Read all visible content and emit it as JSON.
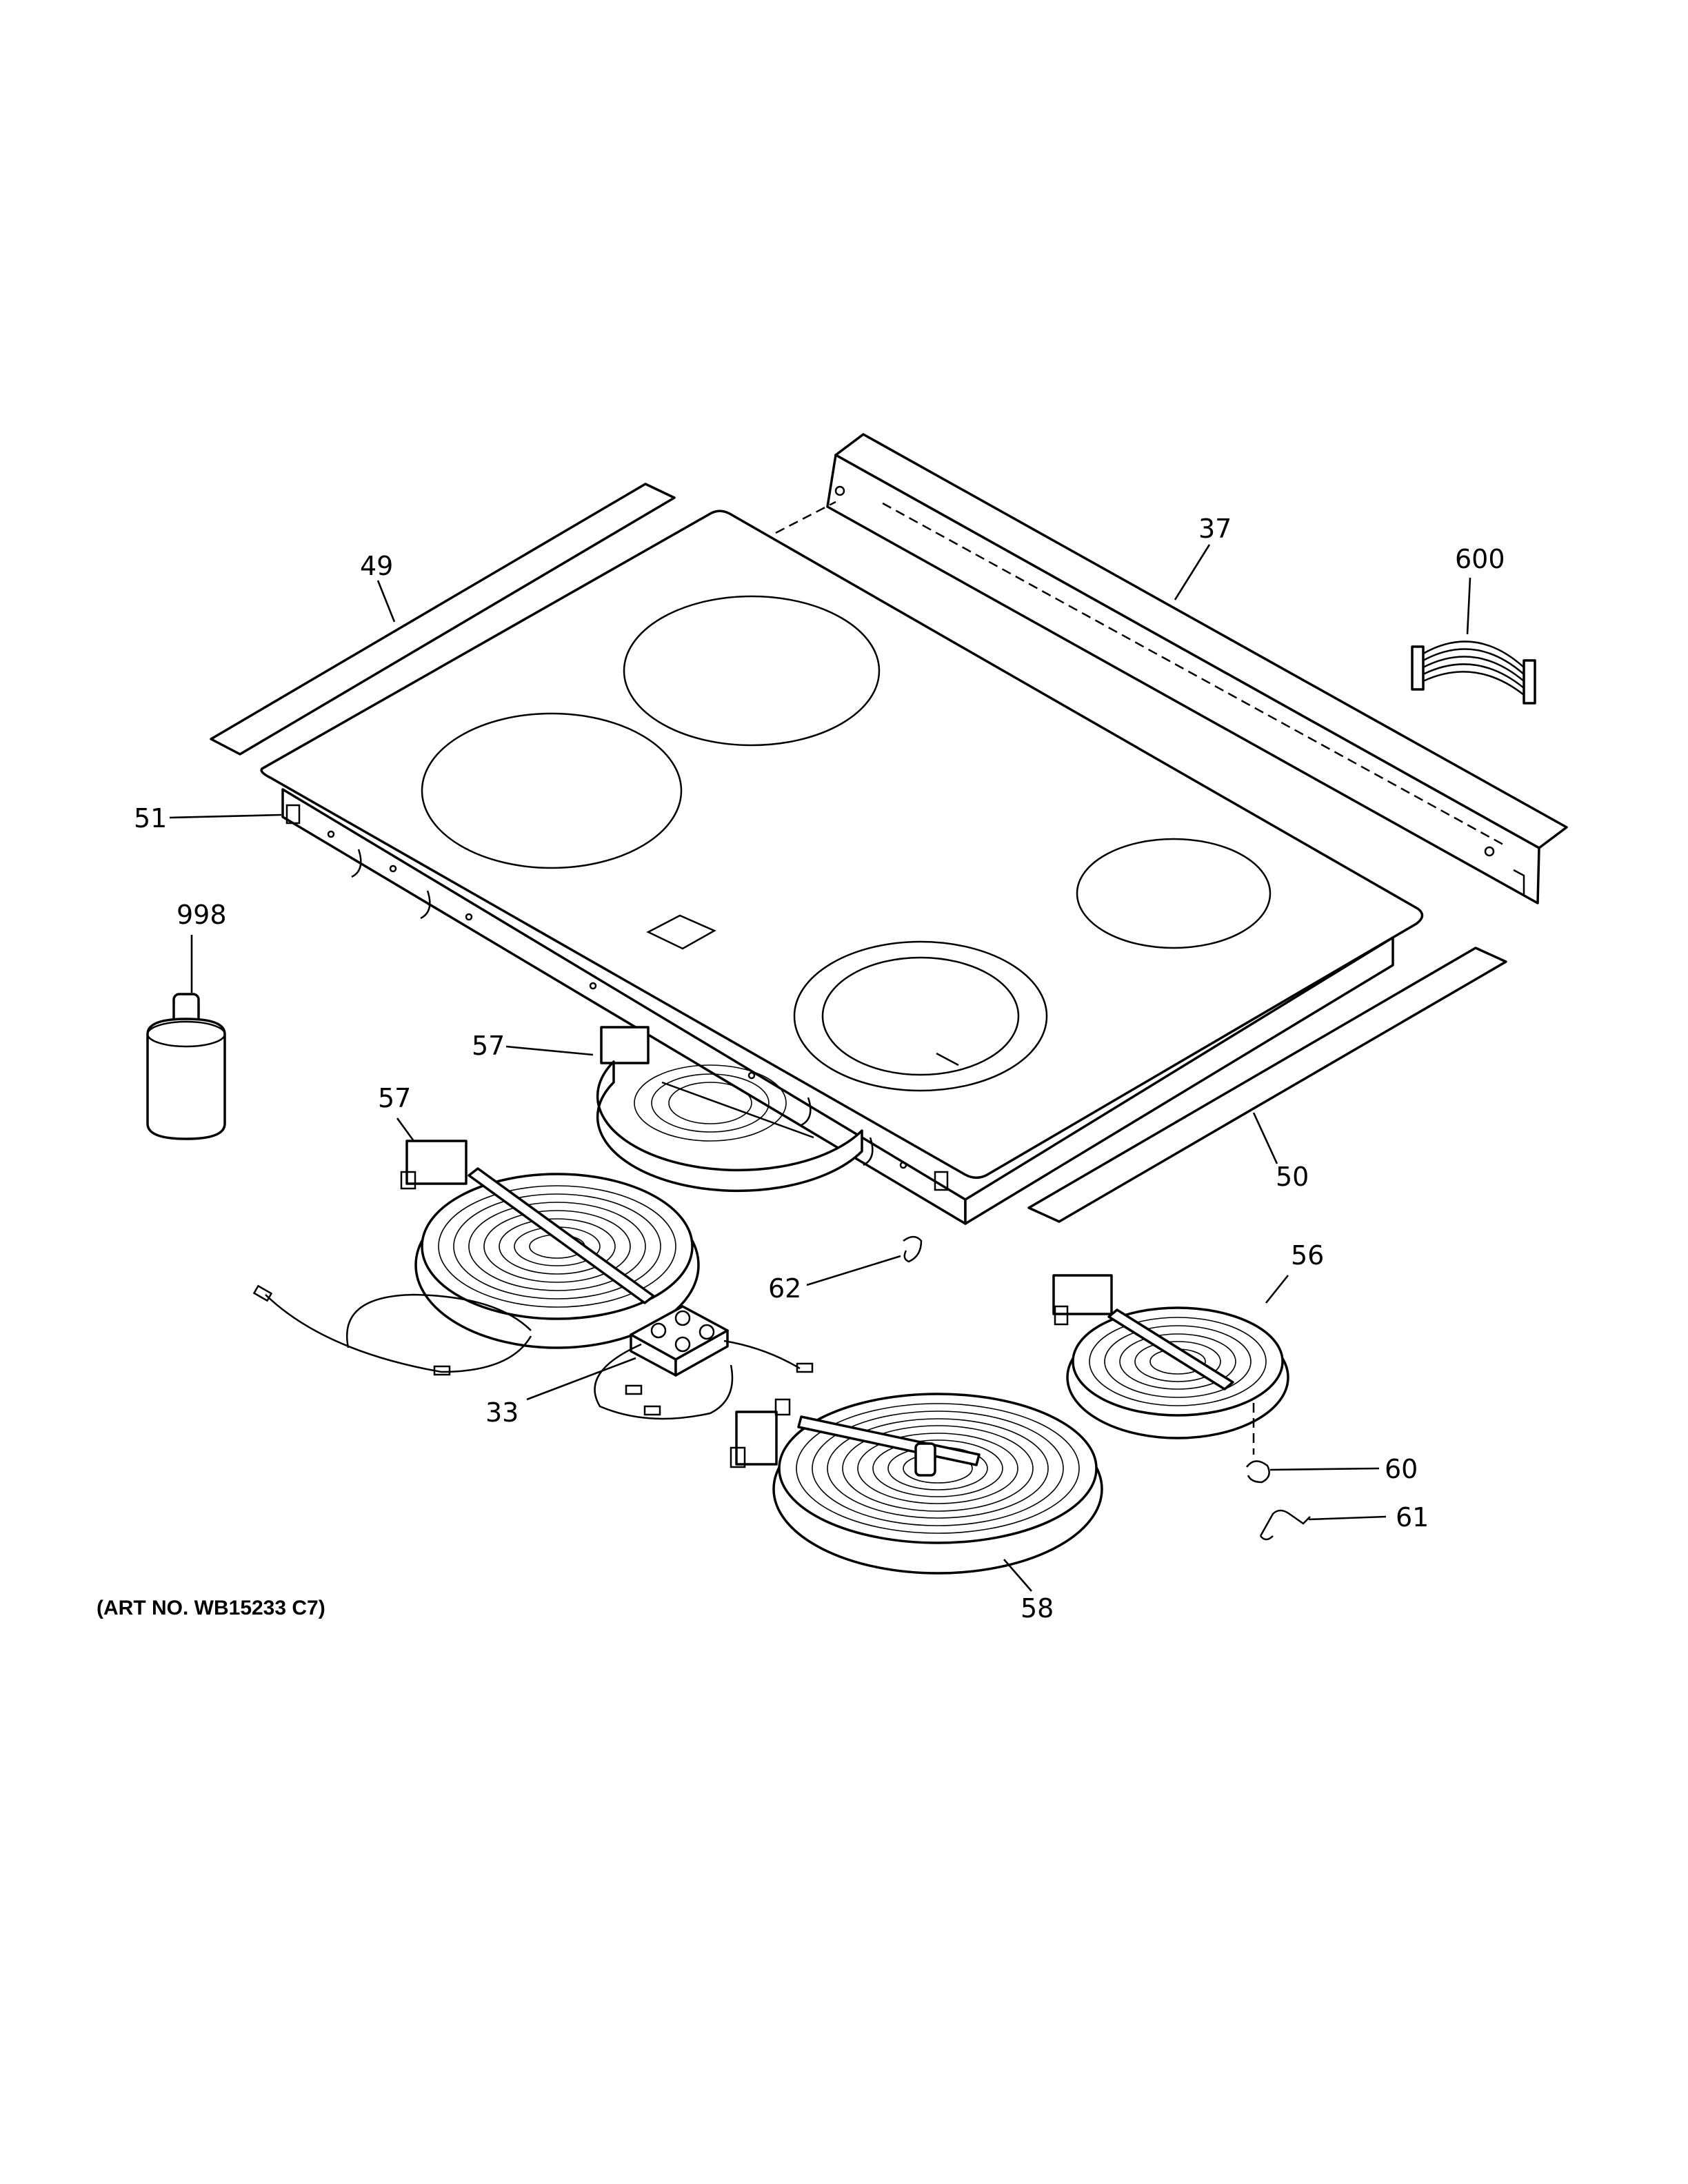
{
  "diagram": {
    "art_number": "(ART NO. WB15233 C7)",
    "callouts": {
      "c37": "37",
      "c49": "49",
      "c600": "600",
      "c51": "51",
      "c998": "998",
      "c57a": "57",
      "c57b": "57",
      "c50": "50",
      "c56": "56",
      "c62": "62",
      "c33": "33",
      "c60": "60",
      "c61": "61",
      "c58": "58"
    }
  }
}
